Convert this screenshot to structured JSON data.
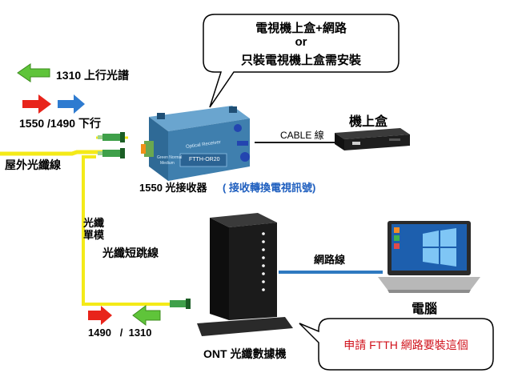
{
  "labels": {
    "upstream_wavelength": "1310 上行光譜",
    "downstream_wavelength": "1550 /1490  下行",
    "outdoor_fiber": "屋外光纖線",
    "receiver_name": "1550 光接收器",
    "receiver_note": "( 接收轉換電視訊號)",
    "cable_line": "CABLE 線",
    "set_top_box": "機上盒",
    "fiber_mode_line1": "光纖",
    "fiber_mode_line2": "單模",
    "fiber_patch": "光纖短跳線",
    "network_line": "網路線",
    "computer": "電腦",
    "ont_wavelengths": "1490   /  1310",
    "ont_device": "ONT 光纖數據機"
  },
  "device_text": {
    "receiver_top": "Optical Receiver",
    "receiver_model": "FTTH-OR20",
    "receiver_brand": "Green Normal",
    "receiver_brand2": "Medium"
  },
  "callout_top": {
    "line1": "電視機上盒+網路",
    "line2": "or",
    "line3": "只裝電視機上盒需安裝"
  },
  "callout_bottom": {
    "text": "申請 FTTH 網路要裝這個"
  },
  "colors": {
    "fiber": "#f4ea18",
    "network_cable": "#2f79c0",
    "arrow_red": "#e8241b",
    "arrow_blue": "#2e7bd0",
    "arrow_green": "#5fc43a",
    "receiver_body": "#3f7fae",
    "ont_body": "#1b1b1b",
    "callout_red_text": "#d0101a"
  }
}
